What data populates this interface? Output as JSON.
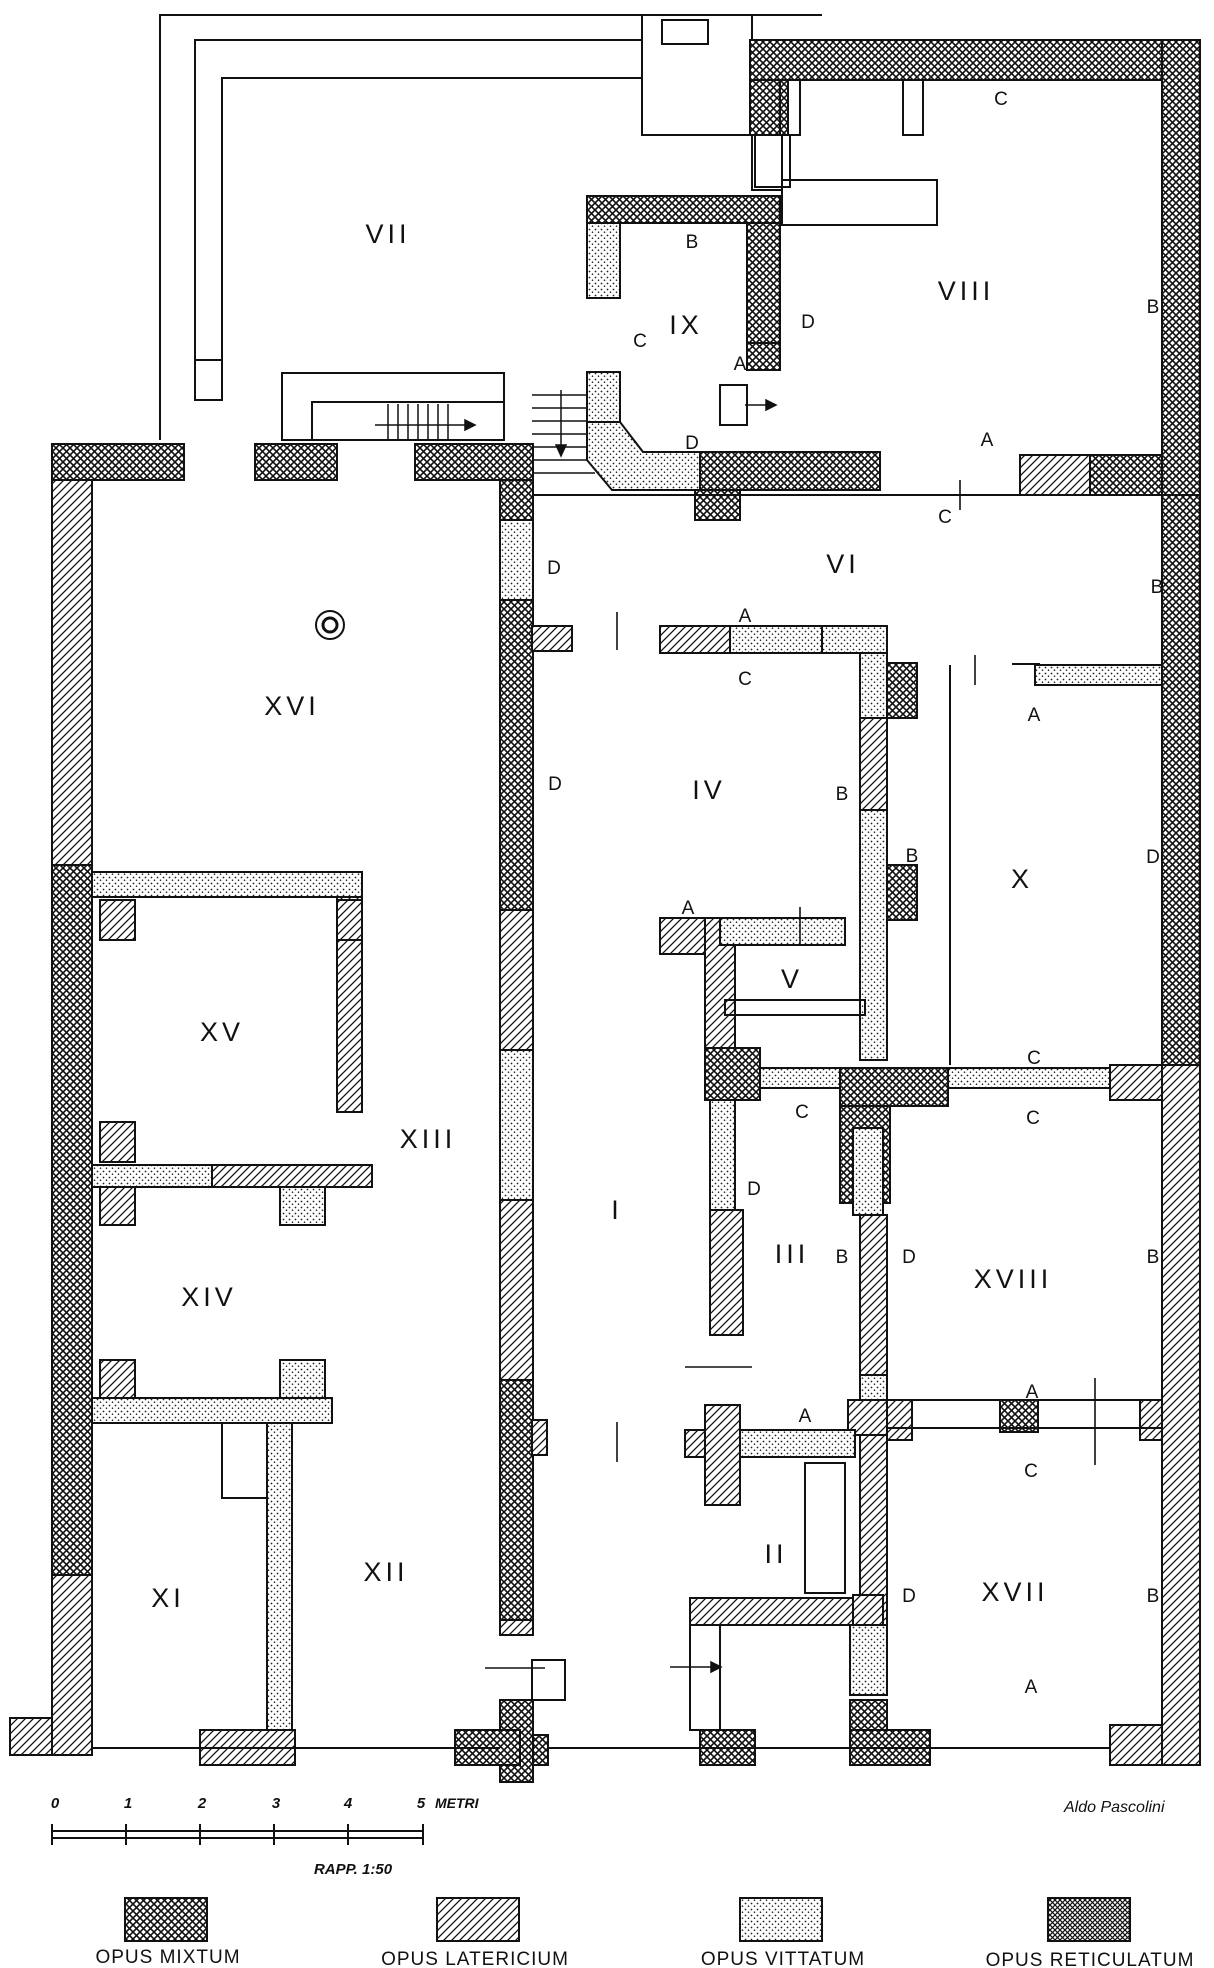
{
  "rooms": {
    "r_i": "I",
    "r_ii": "II",
    "r_iii": "III",
    "r_iv": "IV",
    "r_v": "V",
    "r_vi": "VI",
    "r_vii": "VII",
    "r_viii": "VIII",
    "r_ix": "IX",
    "r_x": "X",
    "r_xi": "XI",
    "r_xii": "XII",
    "r_xiii": "XIII",
    "r_xiv": "XIV",
    "r_xv": "XV",
    "r_xvi": "XVI",
    "r_xvii": "XVII",
    "r_xviii": "XVIII"
  },
  "wall_labels": {
    "a": "A",
    "b": "B",
    "c": "C",
    "d": "D"
  },
  "scale": {
    "ticks": [
      "0",
      "1",
      "2",
      "3",
      "4",
      "5"
    ],
    "unit": "METRI",
    "ratio": "RAPP. 1:50"
  },
  "author": "Aldo Pascolini",
  "legend": [
    {
      "label": "OPUS MIXTUM",
      "pattern": "crosshatch"
    },
    {
      "label": "OPUS LATERICIUM",
      "pattern": "diagonal-hatch"
    },
    {
      "label": "OPUS VITTATUM",
      "pattern": "stipple"
    },
    {
      "label": "OPUS RETICULATUM",
      "pattern": "dense-crosshatch"
    }
  ]
}
